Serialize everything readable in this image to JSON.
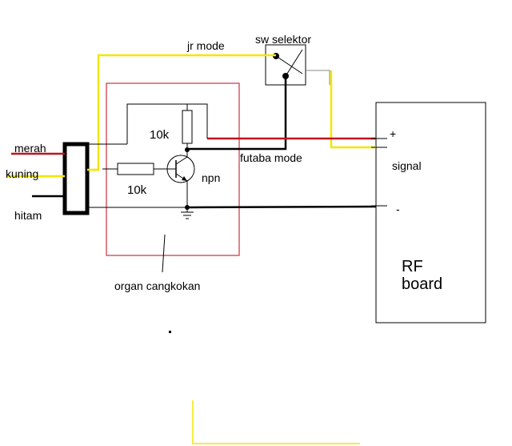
{
  "labels": {
    "sw_selector": "sw selektor",
    "jr_mode": "jr mode",
    "futaba_mode": "futaba mode",
    "merah": "merah",
    "kuning": "kuning",
    "hitam": "hitam",
    "resistor_top": "10k",
    "resistor_bottom": "10k",
    "transistor": "npn",
    "plus": "+",
    "signal": "signal",
    "minus": "-",
    "rf": "RF",
    "board": "board",
    "organ": "organ cangkokan"
  },
  "colors": {
    "wire_black": "#000000",
    "wire_red": "#c0141c",
    "wire_yellow": "#f4e600",
    "box_red": "#c8323c",
    "thin_grey": "#555555"
  }
}
